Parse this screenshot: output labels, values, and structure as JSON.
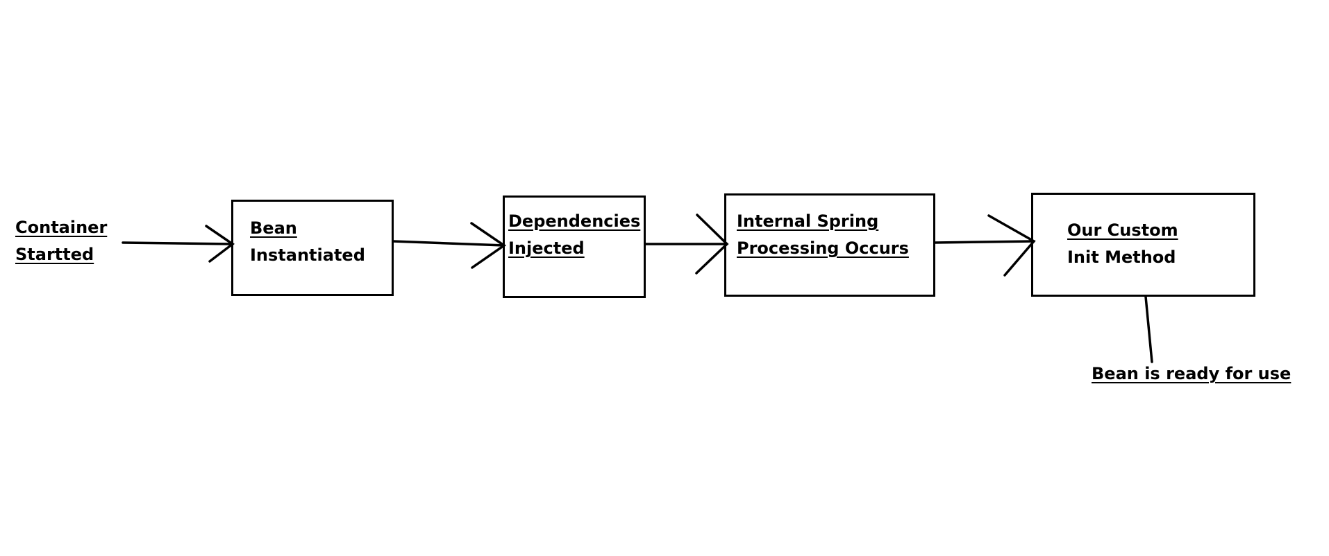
{
  "diagram": {
    "start": {
      "line1": "Container",
      "line2": "Startted"
    },
    "steps": [
      {
        "line1": "Bean",
        "line2": "Instantiated"
      },
      {
        "line1": "Dependencies",
        "line2": "Injected"
      },
      {
        "line1": "Internal Spring",
        "line2": "Processing Occurs"
      },
      {
        "line1": "Our Custom",
        "line2": "Init Method"
      }
    ],
    "result": "Bean is ready for use",
    "stroke_color": "#000000",
    "background_color": "#ffffff"
  }
}
